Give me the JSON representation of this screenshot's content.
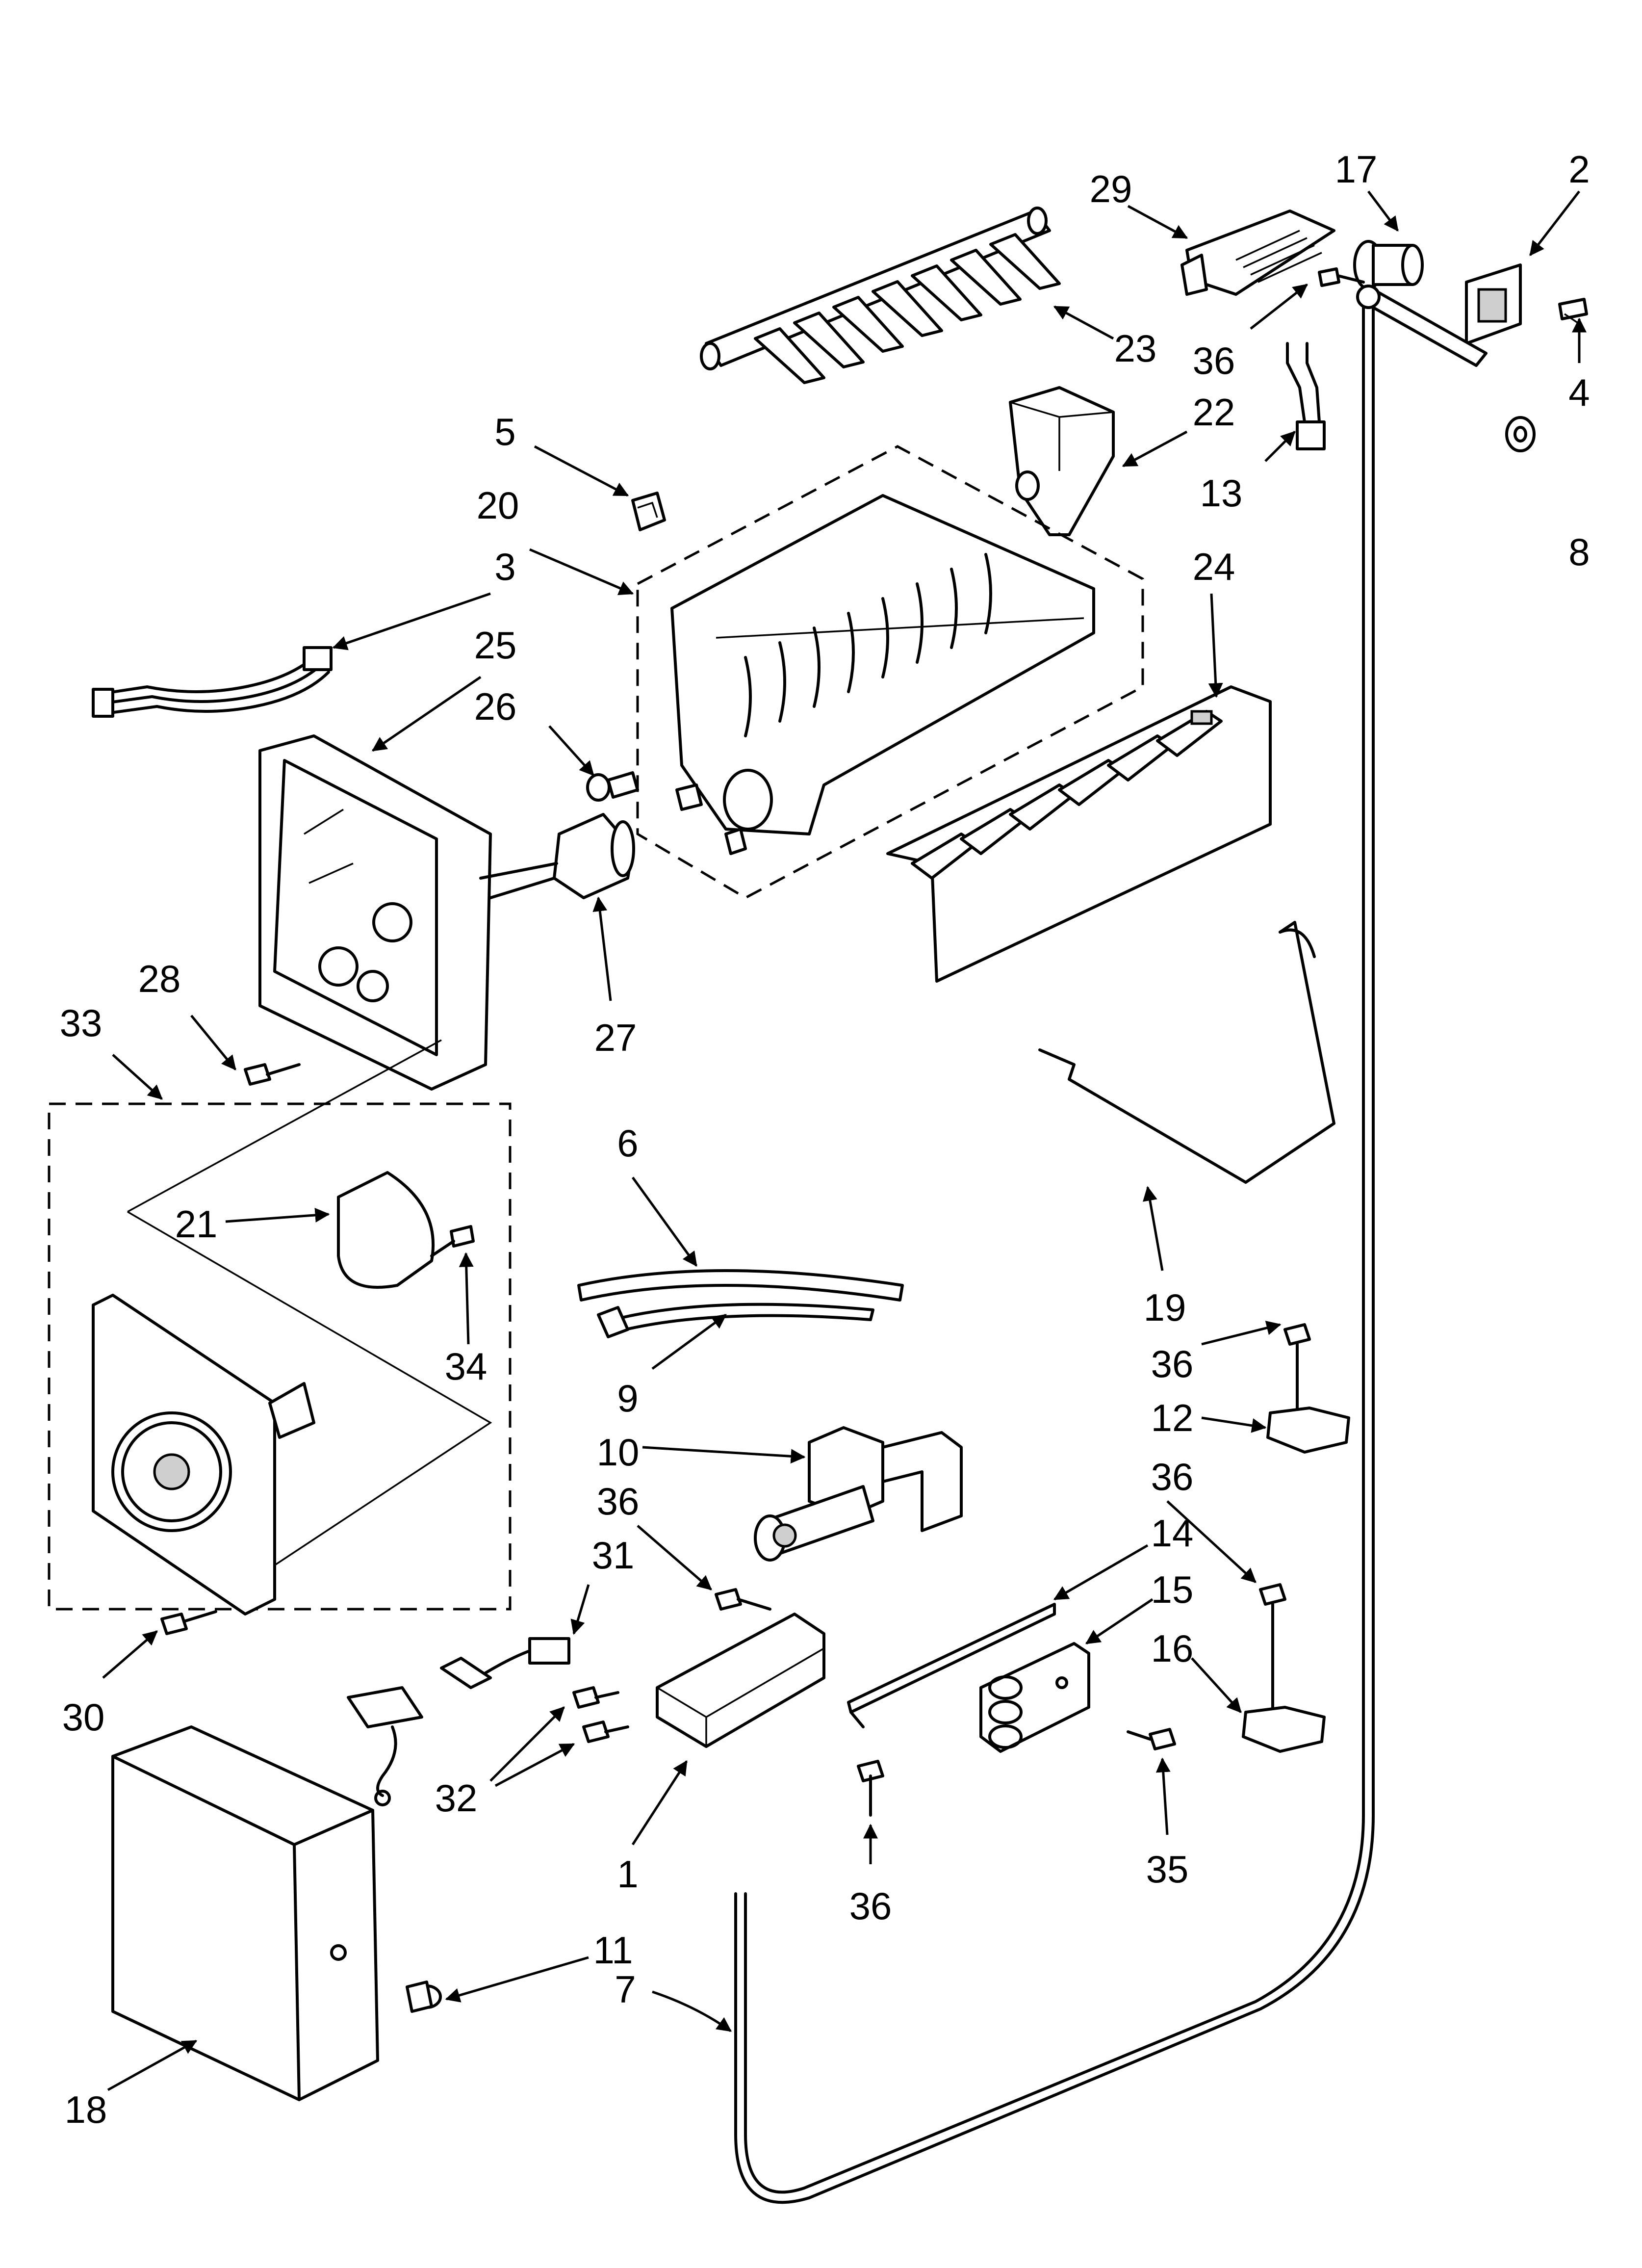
{
  "diagram": {
    "callouts": {
      "c29": "29",
      "c17": "17",
      "c2": "2",
      "c23": "23",
      "c36a": "36",
      "c4": "4",
      "c5": "5",
      "c22": "22",
      "c13": "13",
      "c20": "20",
      "c8": "8",
      "c3": "3",
      "c24": "24",
      "c25": "25",
      "c26": "26",
      "c28": "28",
      "c27": "27",
      "c33": "33",
      "c6": "6",
      "c21": "21",
      "c34": "34",
      "c19": "19",
      "c36b": "36",
      "c9": "9",
      "c12": "12",
      "c10": "10",
      "c36c": "36",
      "c36d": "36",
      "c31": "31",
      "c14": "14",
      "c15": "15",
      "c16": "16",
      "c30": "30",
      "c32": "32",
      "c35": "35",
      "c1": "1",
      "c36e": "36",
      "c11": "11",
      "c7": "7",
      "c18": "18"
    }
  }
}
